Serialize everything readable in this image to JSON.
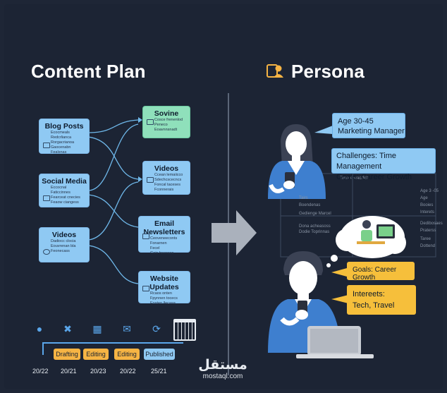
{
  "left": {
    "title": "Content Plan",
    "sources": [
      {
        "title": "Blog Posts",
        "lines": [
          "Ecocmeals",
          "Redcrlianca",
          "Rorgacrianoa",
          "Gaocenabn",
          "Fealsnas"
        ]
      },
      {
        "title": "Social Media",
        "lines": [
          "Eccocnal",
          "Faticcinnes",
          "Fearceat cnecies",
          "Feaow ciangess"
        ]
      },
      {
        "title": "Videos",
        "lines": [
          "Dadiocc clocia",
          "Eouvrenan bla",
          "Feonecass"
        ]
      }
    ],
    "targets": [
      {
        "title": "Sovine",
        "lines": [
          "Cosce frenenlod",
          "Peneco",
          "Eoavnnsnadt"
        ]
      },
      {
        "title": "Videos",
        "lines": [
          "Ccean lemaiicco",
          "Sdechcscecncs",
          "Foncal taceses",
          "Fconnerais"
        ]
      },
      {
        "title": "Email Newsletters",
        "lines": [
          "Ceoveneeconts",
          "Fonarnen",
          "Fecel",
          "Geis heecass"
        ]
      },
      {
        "title": "Website Updates",
        "lines": [
          "Rcaos onten",
          "Fpynnen tocecs",
          "Eosten llecasa"
        ]
      }
    ],
    "timeline": {
      "icons": [
        "person-icon",
        "tools-icon",
        "calendar-edit-icon",
        "mail-icon",
        "refresh-icon",
        "calendar-grid-icon"
      ],
      "stages": [
        "Drafting",
        "Editing",
        "Editing",
        "Published"
      ],
      "dates": [
        "20/22",
        "20/21",
        "20/23",
        "20/22",
        "25/21"
      ]
    }
  },
  "right": {
    "title": "Persona",
    "bubble_age": [
      "Age 30-45",
      "Marketing Manager"
    ],
    "bubble_challenges": [
      "Challenges: Time Management",
      "Goals: Career Growth"
    ],
    "bubble_goals": "Goals: Career Growth",
    "bubble_interests": [
      "Intereets:",
      "Tech, Travel"
    ],
    "ghost_left": [
      "Tairs",
      "Boendenas",
      "Gedienge Marcel",
      "Dona acheasoss",
      "Dodie Toprinnas"
    ],
    "ghost_right": [
      "Age 3 -05",
      "Age",
      "Booies",
      "Interets",
      "Dedibosaes",
      "Praterss",
      "Taree",
      "Dottend"
    ],
    "ghost_top": "Tone e wacrfelt"
  },
  "watermark": {
    "arabic": "مستقل",
    "latin": "mostaql.com"
  },
  "colors": {
    "bg": "#1c2434",
    "box_blue": "#8fc9f3",
    "box_green": "#8fe0bb",
    "accent_orange": "#f6b444"
  }
}
